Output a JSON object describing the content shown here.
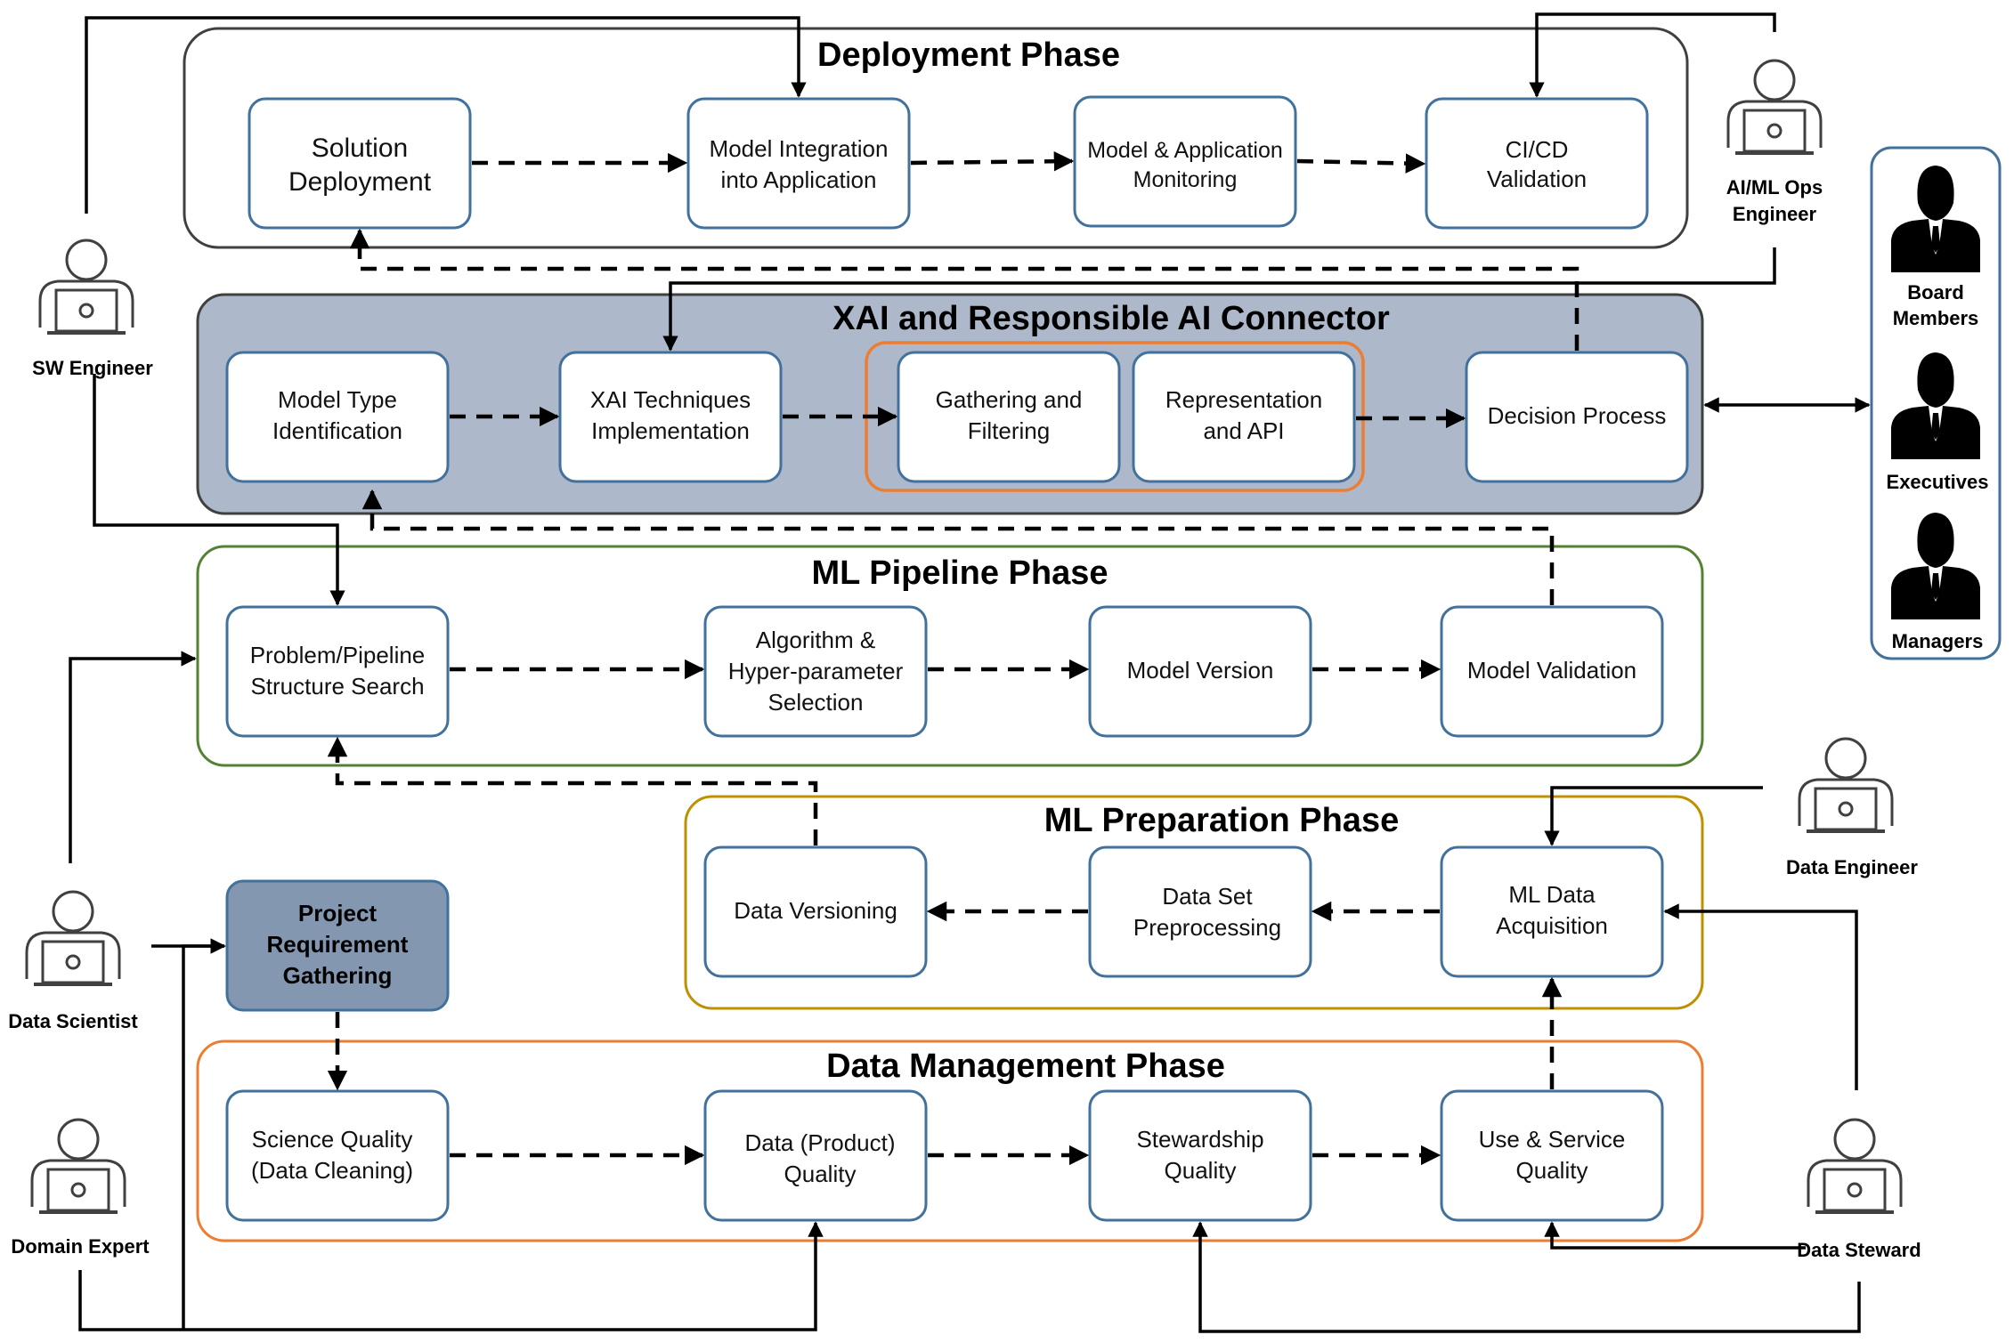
{
  "colors": {
    "deployment_border": "#404040",
    "xai_fill": "#adb9ca",
    "xai_border": "#404040",
    "pipeline_border": "#548235",
    "preparation_border": "#bf9000",
    "management_border": "#ed7d31",
    "box_border": "#41719c",
    "highlight_border": "#ed7d31",
    "project_fill": "#8497b0"
  },
  "phases": {
    "deployment": "Deployment Phase",
    "xai": "XAI and Responsible AI Connector",
    "pipeline": "ML Pipeline Phase",
    "preparation": "ML Preparation Phase",
    "management": "Data Management Phase"
  },
  "boxes": {
    "solution_deployment": [
      "Solution",
      "Deployment"
    ],
    "model_integration": [
      "Model Integration",
      "into Application"
    ],
    "model_monitoring": [
      "Model & Application",
      "Monitoring"
    ],
    "cicd_validation": [
      "CI/CD",
      "Validation"
    ],
    "model_type": [
      "Model Type",
      "Identification"
    ],
    "xai_techniques": [
      "XAI Techniques",
      "Implementation"
    ],
    "gathering_filtering": [
      "Gathering and",
      "Filtering"
    ],
    "representation_api": [
      "Representation",
      "and API"
    ],
    "decision_process": [
      "Decision Process"
    ],
    "problem_pipeline": [
      "Problem/Pipeline",
      "Structure Search"
    ],
    "algorithm_hyper": [
      "Algorithm &",
      "Hyper-parameter",
      "Selection"
    ],
    "model_version": [
      "Model Version"
    ],
    "model_validation": [
      "Model Validation"
    ],
    "data_versioning": [
      "Data Versioning"
    ],
    "data_set_preprocessing": [
      "Data Set",
      "Preprocessing"
    ],
    "ml_data_acquisition": [
      "ML Data",
      "Acquisition"
    ],
    "project_requirement": [
      "Project",
      "Requirement",
      "Gathering"
    ],
    "science_quality": [
      "Science Quality",
      "(Data Cleaning)"
    ],
    "data_product_quality": [
      "Data (Product)",
      "Quality"
    ],
    "stewardship_quality": [
      "Stewardship",
      "Quality"
    ],
    "use_service_quality": [
      "Use & Service",
      "Quality"
    ]
  },
  "actors": {
    "sw_engineer": [
      "SW Engineer"
    ],
    "aiml_ops_engineer": [
      "AI/ML Ops",
      "Engineer"
    ],
    "data_scientist": [
      "Data Scientist"
    ],
    "domain_expert": [
      "Domain Expert"
    ],
    "data_engineer": [
      "Data Engineer"
    ],
    "data_steward": [
      "Data Steward"
    ]
  },
  "stakeholders": {
    "board_members": [
      "Board",
      "Members"
    ],
    "executives": [
      "Executives"
    ],
    "managers": [
      "Managers"
    ]
  },
  "icons": {
    "engineer": "person-with-laptop-icon",
    "stakeholder": "businessman-silhouette-icon"
  }
}
